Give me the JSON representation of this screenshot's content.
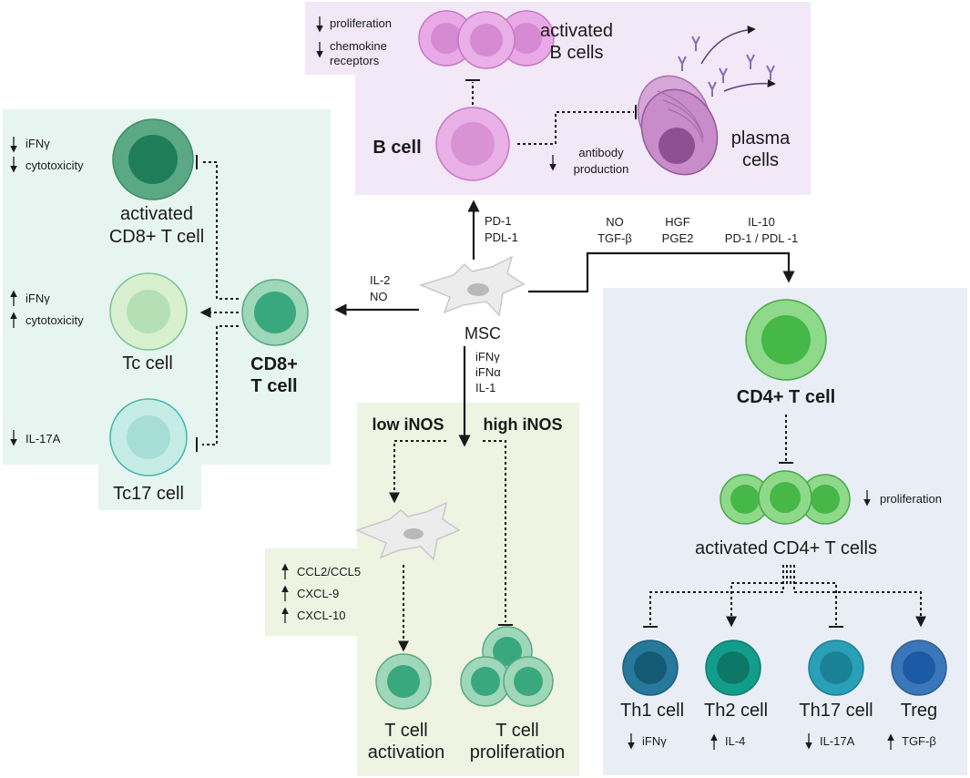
{
  "mechanism": "MSC",
  "b_panel": {
    "down_proliferation": "proliferation",
    "down_chemokine_1": "chemokine",
    "down_chemokine_2": "receptors",
    "activated_b_1": "activated",
    "activated_b_2": "B cells",
    "b_cell": "B cell",
    "antibody_1": "antibody",
    "antibody_2": "production",
    "plasma_1": "plasma",
    "plasma_2": "cells"
  },
  "arrows": {
    "up_1": "PD-1",
    "up_2": "PDL-1",
    "left_1": "IL-2",
    "left_2": "NO",
    "right_a1": "NO",
    "right_a2": "TGF-β",
    "right_b1": "HGF",
    "right_b2": "PGE2",
    "right_c1": "IL-10",
    "right_c2": "PD-1 / PDL -1",
    "down_1": "iFNγ",
    "down_2": "iFNα",
    "down_3": "IL-1"
  },
  "cd8_panel": {
    "act_ifn": "iFNγ",
    "act_cyto": "cytotoxicity",
    "activated_1": "activated",
    "activated_2": "CD8+ T cell",
    "tc_ifn": "iFNγ",
    "tc_cyto": "cytotoxicity",
    "tc_label": "Tc cell",
    "tc17_il": "IL-17A",
    "tc17_label": "Tc17 cell",
    "cd8_1": "CD8+",
    "cd8_2": "T cell"
  },
  "inos_panel": {
    "low": "low iNOS",
    "high": "high iNOS",
    "ccl": "CCL2/CCL5",
    "cxcl9": "CXCL-9",
    "cxcl10": "CXCL-10",
    "activation_1": "T cell",
    "activation_2": "activation",
    "prolif_1": "T cell",
    "prolif_2": "proliferation"
  },
  "cd4_panel": {
    "cd4": "CD4+ T cell",
    "down_prolif": "proliferation",
    "activated": "activated CD4+ T cells",
    "th1": "Th1 cell",
    "th2": "Th2 cell",
    "th17": "Th17 cell",
    "treg": "Treg",
    "th1_mark": "iFNγ",
    "th2_mark": "IL-4",
    "th17_mark": "IL-17A",
    "treg_mark": "TGF-β"
  },
  "colors": {
    "b_bg": "#f3e8f8",
    "cd8_bg": "#e7f5f1",
    "inos_bg": "#eef3e2",
    "cd4_bg": "#e9eef6"
  }
}
